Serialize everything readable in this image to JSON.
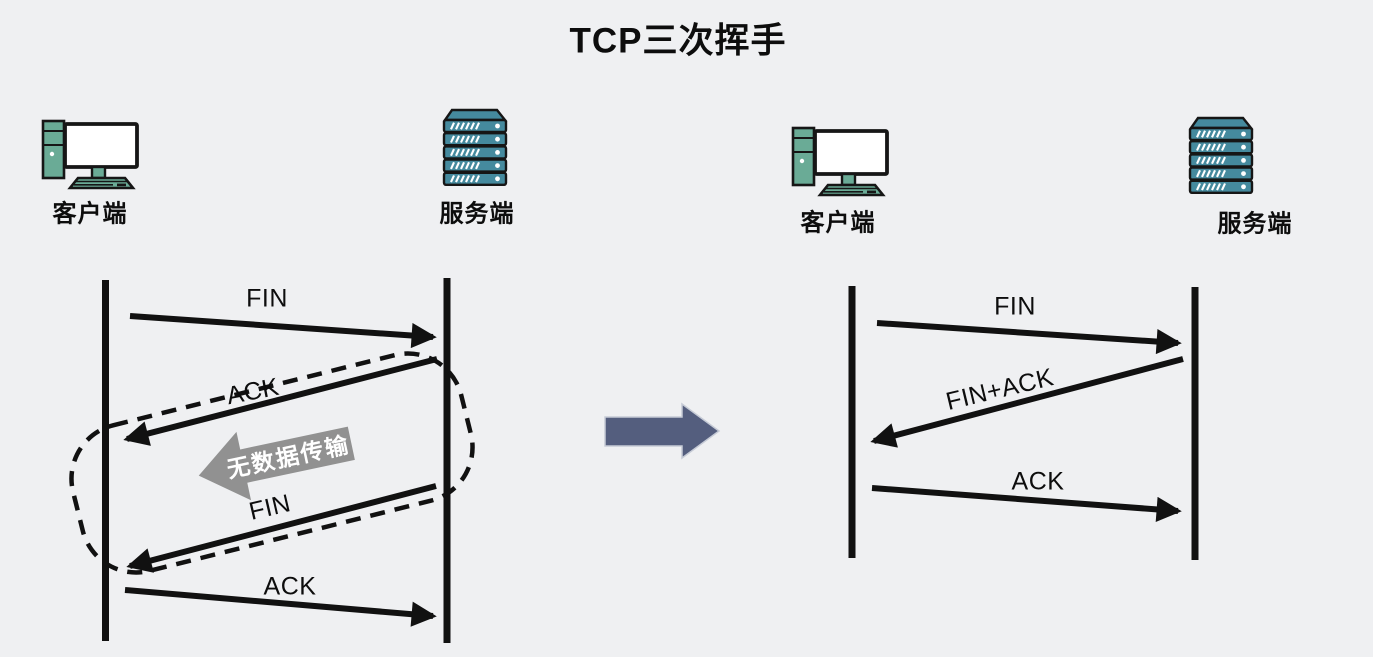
{
  "title": "TCP三次挥手",
  "colors": {
    "background": "#eff0f2",
    "client_teal": "#6aab96",
    "server_teal": "#458a9e",
    "transition_arrow_navy": "#545e7e",
    "annotation_gray": "#919191",
    "line_black": "#111111"
  },
  "left_diagram": {
    "client_label": "客户端",
    "server_label": "服务端",
    "messages": [
      {
        "label": "FIN",
        "direction": "client-to-server"
      },
      {
        "label": "ACK",
        "direction": "server-to-client"
      },
      {
        "label": "FIN",
        "direction": "server-to-client"
      },
      {
        "label": "ACK",
        "direction": "client-to-server"
      }
    ],
    "annotation": "无数据传输",
    "annotation_region": "dashed-rounded-outline"
  },
  "transition": {
    "symbol": "right-block-arrow"
  },
  "right_diagram": {
    "client_label": "客户端",
    "server_label": "服务端",
    "messages": [
      {
        "label": "FIN",
        "direction": "client-to-server"
      },
      {
        "label": "FIN+ACK",
        "direction": "server-to-client"
      },
      {
        "label": "ACK",
        "direction": "client-to-server"
      }
    ]
  }
}
